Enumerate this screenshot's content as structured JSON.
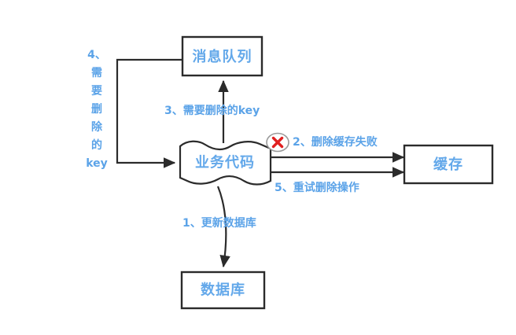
{
  "diagram": {
    "title_text": "",
    "colors": {
      "node_text": "#63a8ea",
      "edge_label_text": "#5ba3e8",
      "stroke": "#2b2b2b",
      "error_mark": "#e02020",
      "error_ring": "#9a9a9a",
      "background": "#ffffff"
    },
    "nodes": {
      "message_queue": {
        "label": "消息队列"
      },
      "business_code": {
        "label": "业务代码"
      },
      "cache": {
        "label": "缓存"
      },
      "database": {
        "label": "数据库"
      }
    },
    "edge_labels": {
      "step1": "1、更新数据库",
      "step2": "2、删除缓存失败",
      "step3": "3、需要删除的key",
      "step5": "5、重试删除操作",
      "step4_vertical": [
        "4、",
        "需",
        "要",
        "删",
        "除",
        "的",
        "key"
      ]
    },
    "icons": {
      "error": "error-x-icon"
    }
  }
}
